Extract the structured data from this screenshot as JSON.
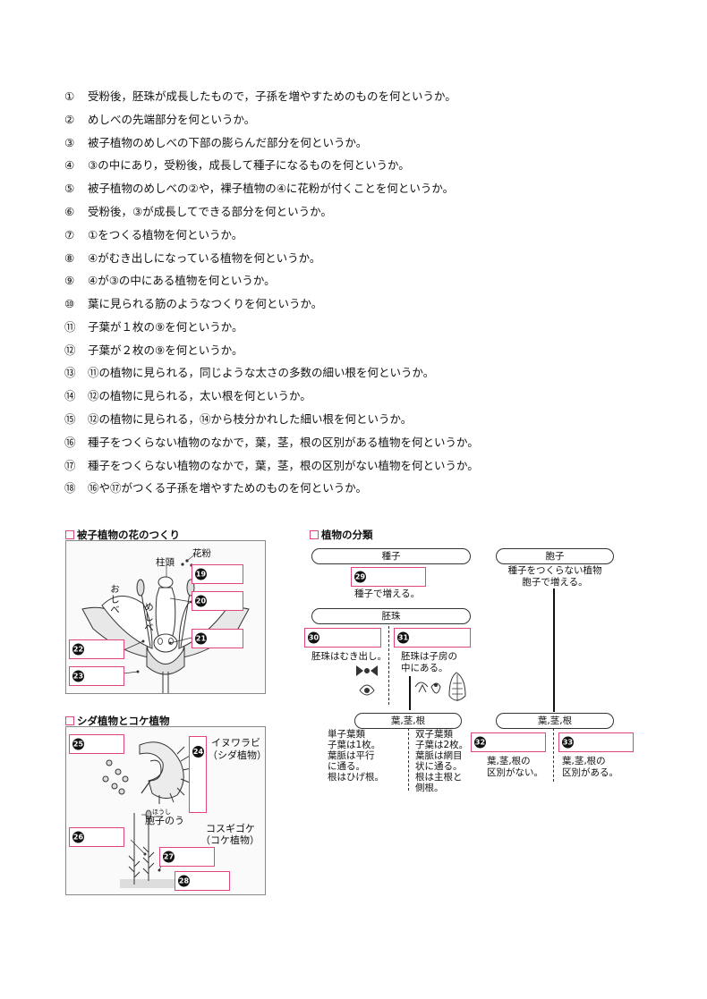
{
  "questions": [
    {
      "num": "①",
      "text": "受粉後，胚珠が成長したもので，子孫を増やすためのものを何というか。"
    },
    {
      "num": "②",
      "text": "めしべの先端部分を何というか。"
    },
    {
      "num": "③",
      "text": "被子植物のめしべの下部の膨らんだ部分を何というか。"
    },
    {
      "num": "④",
      "text": "③の中にあり，受粉後，成長して種子になるものを何というか。"
    },
    {
      "num": "⑤",
      "text": "被子植物のめしべの②や，裸子植物の④に花粉が付くことを何というか。"
    },
    {
      "num": "⑥",
      "text": "受粉後，③が成長してできる部分を何というか。"
    },
    {
      "num": "⑦",
      "text": "①をつくる植物を何というか。"
    },
    {
      "num": "⑧",
      "text": "④がむき出しになっている植物を何というか。"
    },
    {
      "num": "⑨",
      "text": "④が③の中にある植物を何というか。"
    },
    {
      "num": "⑩",
      "text": "葉に見られる筋のようなつくりを何というか。"
    },
    {
      "num": "⑪",
      "text": "子葉が１枚の⑨を何というか。"
    },
    {
      "num": "⑫",
      "text": "子葉が２枚の⑨を何というか。"
    },
    {
      "num": "⑬",
      "text": "⑪の植物に見られる，同じような太さの多数の細い根を何というか。"
    },
    {
      "num": "⑭",
      "text": "⑫の植物に見られる，太い根を何というか。"
    },
    {
      "num": "⑮",
      "text": "⑫の植物に見られる，⑭から枝分かれした細い根を何というか。"
    },
    {
      "num": "⑯",
      "text": "種子をつくらない植物のなかで，葉，茎，根の区別がある植物を何というか。"
    },
    {
      "num": "⑰",
      "text": "種子をつくらない植物のなかで，葉，茎，根の区別がない植物を何というか。"
    },
    {
      "num": "⑱",
      "text": "⑯や⑰がつくる子孫を増やすためのものを何というか。"
    }
  ],
  "flower": {
    "title": "被子植物の花のつくり",
    "labels": {
      "pollen": "花粉",
      "stigma": "柱頭",
      "stamen": "おしべ",
      "pistil": "めしべ"
    },
    "boxes": [
      "19",
      "20",
      "21",
      "22",
      "23"
    ]
  },
  "fern": {
    "title": "シダ植物とコケ植物",
    "inuwarabi": "イヌワラビ",
    "inuwarabi_sub": "（シダ植物）",
    "sporangium": "胞子のう",
    "sporangium_ruby": "ほうし",
    "moss": "コスギゴケ",
    "moss_sub": "（コケ植物）",
    "boxes": [
      "25",
      "24",
      "26",
      "27",
      "28"
    ]
  },
  "classification": {
    "title": "植物の分類",
    "seed": "種子",
    "spore": "胞子",
    "seed_note": "種子で増える。",
    "spore_note_1": "種子をつくらない植物",
    "spore_note_2": "胞子で増える。",
    "ovule": "胚珠",
    "gymno_note": "胚珠はむき出し。",
    "angio_note_1": "胚珠は子房の",
    "angio_note_2": "中にある。",
    "lsr_left": "葉,茎,根",
    "lsr_right": "葉,茎,根",
    "mono": [
      "単子葉類",
      "子葉は1枚。",
      "葉脈は平行",
      "に通る。",
      "根はひげ根。"
    ],
    "di": [
      "双子葉類",
      "子葉は2枚。",
      "葉脈は網目",
      "状に通る。",
      "根は主根と",
      "側根。"
    ],
    "no_lsr": [
      "葉,茎,根の",
      "区別がない。"
    ],
    "has_lsr": [
      "葉,茎,根の",
      "区別がある。"
    ],
    "boxes": [
      "29",
      "30",
      "31",
      "32",
      "33"
    ]
  },
  "colors": {
    "accent": "#e0457b",
    "panel_border": "#888888",
    "panel_bg": "#fafafa"
  }
}
